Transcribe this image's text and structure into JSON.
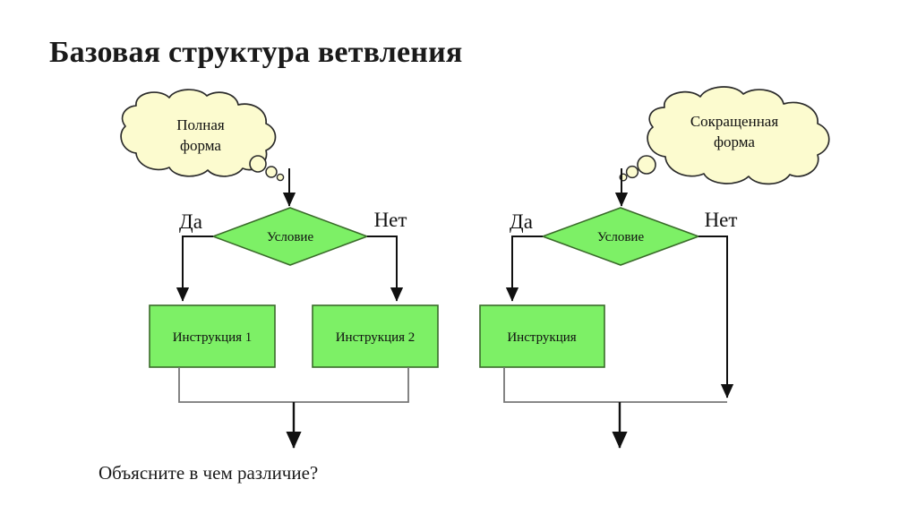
{
  "title": "Базовая структура ветвления",
  "caption": "Объясните в чем различие?",
  "colors": {
    "shape_fill": "#7DF066",
    "shape_stroke": "#3a6b2a",
    "cloud_fill": "#FCFBCF",
    "cloud_stroke": "#2b2b2b",
    "line": "#111111",
    "join_line": "#777777",
    "text": "#111111"
  },
  "diagrams": [
    {
      "id": "full-form",
      "cloud": {
        "line1": "Полная",
        "line2": "форма"
      },
      "decision": {
        "label": "Условие"
      },
      "branches": {
        "yes": "Да",
        "no": "Нет"
      },
      "statements": [
        {
          "label": "Инструкция 1"
        },
        {
          "label": "Инструкция 2"
        }
      ]
    },
    {
      "id": "short-form",
      "cloud": {
        "line1": "Сокращенная",
        "line2": "форма"
      },
      "decision": {
        "label": "Условие"
      },
      "branches": {
        "yes": "Да",
        "no": "Нет"
      },
      "statements": [
        {
          "label": "Инструкция"
        }
      ]
    }
  ]
}
